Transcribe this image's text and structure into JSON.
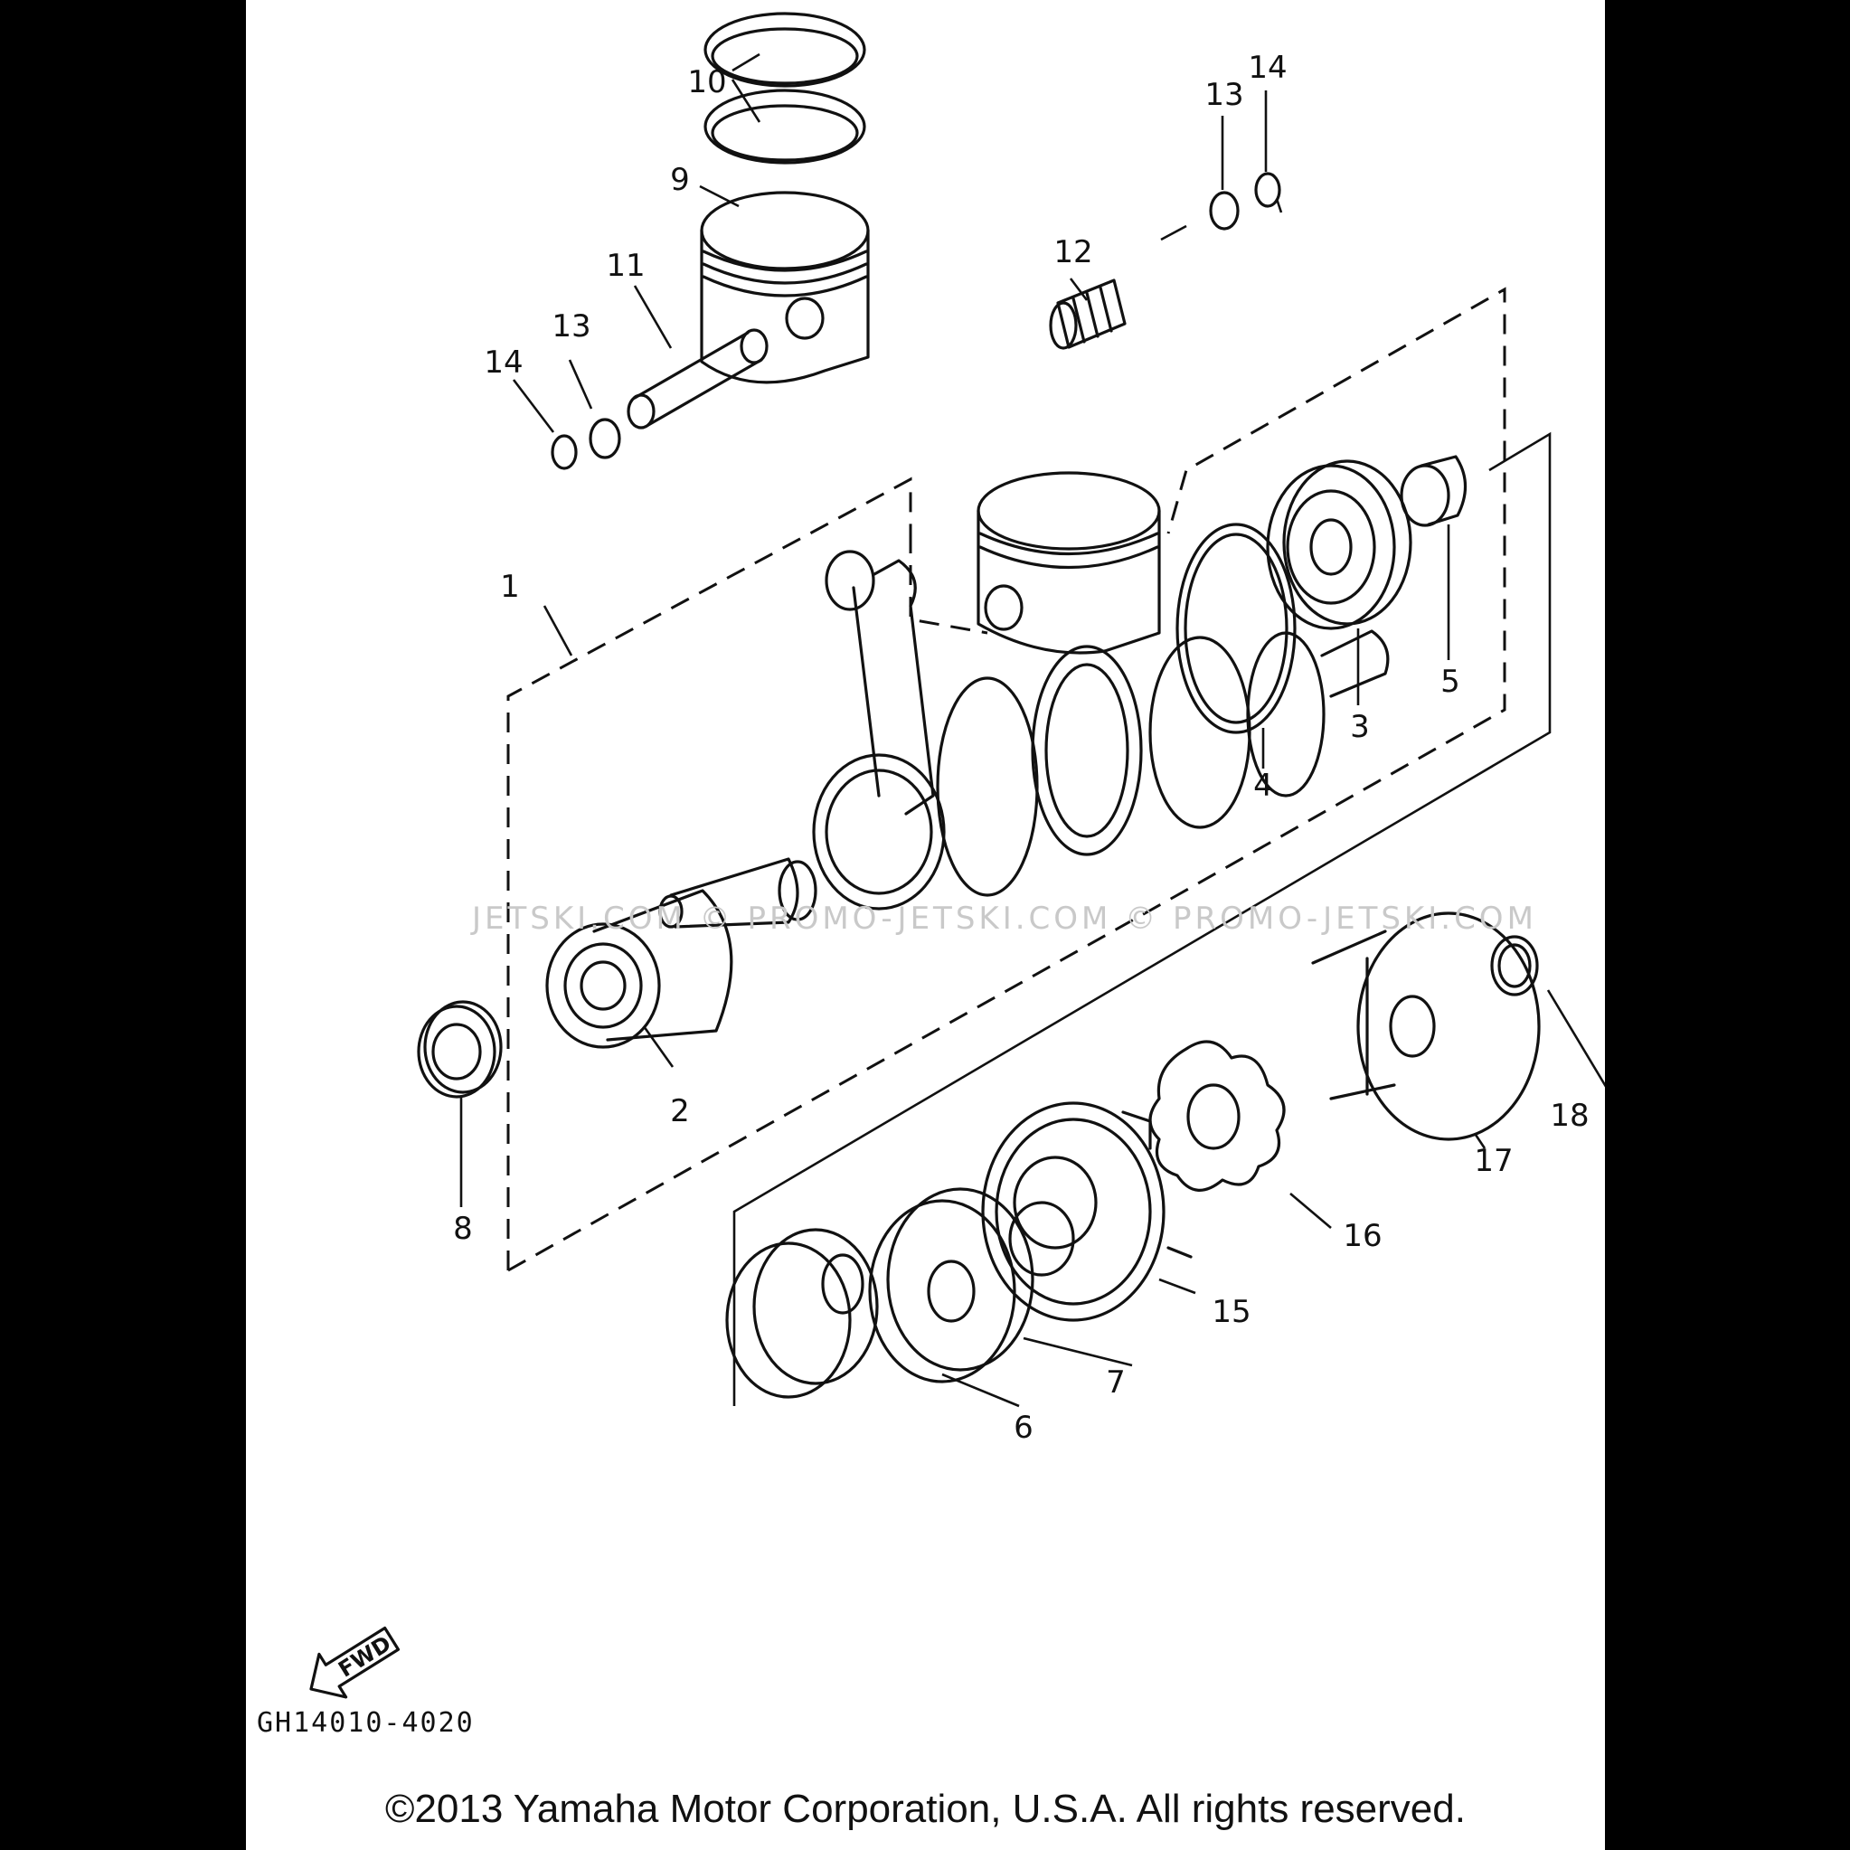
{
  "diagram": {
    "callouts": [
      {
        "id": "p1",
        "label": "1"
      },
      {
        "id": "p2",
        "label": "2"
      },
      {
        "id": "p3",
        "label": "3"
      },
      {
        "id": "p4",
        "label": "4"
      },
      {
        "id": "p5",
        "label": "5"
      },
      {
        "id": "p6",
        "label": "6"
      },
      {
        "id": "p7",
        "label": "7"
      },
      {
        "id": "p8",
        "label": "8"
      },
      {
        "id": "p9",
        "label": "9"
      },
      {
        "id": "p10",
        "label": "10"
      },
      {
        "id": "p11",
        "label": "11"
      },
      {
        "id": "p12",
        "label": "12"
      },
      {
        "id": "p13a",
        "label": "13"
      },
      {
        "id": "p13b",
        "label": "13"
      },
      {
        "id": "p14a",
        "label": "14"
      },
      {
        "id": "p14b",
        "label": "14"
      },
      {
        "id": "p15",
        "label": "15"
      },
      {
        "id": "p16",
        "label": "16"
      },
      {
        "id": "p17",
        "label": "17"
      },
      {
        "id": "p18",
        "label": "18"
      }
    ],
    "fwd_label": "FWD",
    "drawing_code": "GH14010-4020",
    "copyright": "©2013 Yamaha Motor Corporation, U.S.A. All rights reserved.",
    "watermark": "JETSKI.COM  © PROMO-JETSKI.COM  © PROMO-JETSKI.COM"
  }
}
